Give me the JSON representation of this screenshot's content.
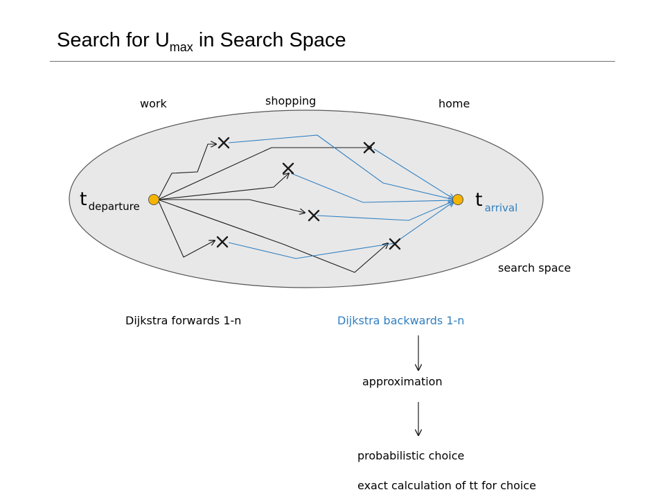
{
  "title": {
    "main": "Search for U",
    "subscript": "max",
    "rest": " in Search Space"
  },
  "diagram": {
    "activities": {
      "work": "work",
      "shopping": "shopping",
      "home": "home"
    },
    "t_departure": {
      "base": "t",
      "sub": "departure"
    },
    "t_arrival": {
      "base": "t",
      "sub": "arrival"
    },
    "search_space": "search space",
    "forward_label": "Dijkstra forwards 1-n",
    "backward_label": "Dijkstra backwards 1-n",
    "step_approximation": "approximation",
    "step_choice": "probabilistic choice",
    "step_exact": "exact calculation of tt for choice",
    "colors": {
      "forward": "#1a1a1a",
      "backward": "#2f7fc1",
      "node_fill": "#f4b400",
      "ellipse_fill": "#e8e8e8"
    }
  }
}
